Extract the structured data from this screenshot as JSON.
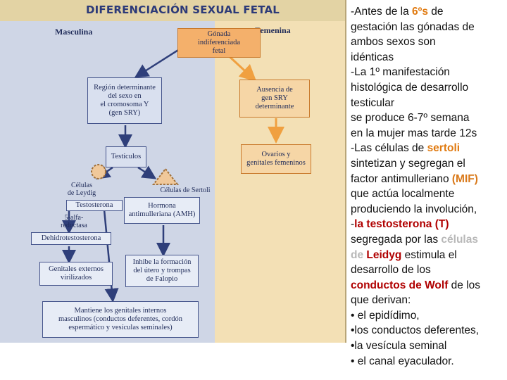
{
  "diagram": {
    "title": "DIFERENCIACIÓN SEXUAL FETAL",
    "masculina": "Masculina",
    "femenina": "Femenina",
    "gonada": "Gónada\nindiferenciada\nfetal",
    "region": "Región determinante\ndel sexo en\nel cromosoma Y\n(gen SRY)",
    "ausencia": "Ausencia de\ngen SRY\ndeterminante",
    "testiculos": "Testículos",
    "ovarios": "Ovarios y\ngenitales femeninos",
    "leydig": "Células\nde Leydig",
    "sertoli": "Células de Sertoli",
    "testosterona": "Testosterona",
    "hormona": "Hormona\nantimulleriana (AMH)",
    "reductasa": "5-alfa-\nreductasa",
    "dht": "Dehidrotestosterona",
    "genitales_ext": "Genitales externos\nvirilizados",
    "inhibe": "Inhibe la formación\ndel útero y trompas\nde Falopio",
    "mantiene": "Mantiene los genitales internos\nmasculinos (conductos deferentes, cordón\nespermático y vesículas seminales)"
  },
  "text": {
    "l1_a": "-Antes de la ",
    "l1_b": "6ºs",
    "l1_c": "  de",
    "l2": "gestación las gónadas de",
    "l3": "ambos sexos son",
    "l4": "idénticas",
    "l5": "-La 1º manifestación",
    "l6": "histológica de desarrollo",
    "l7": "testicular",
    "l8": "se produce 6-7º semana",
    "l9": "en la mujer mas tarde 12s",
    "l10_a": "-Las células de ",
    "l10_b": "sertoli",
    "l11": "sintetizan y segregan el",
    "l12_a": "factor antimulleriano ",
    "l12_b": "(MIF)",
    "l13": "que actúa localmente",
    "l14": "produciendo la involución,",
    "l15_a": " -",
    "l15_b": "la testosterona (T)",
    "l16_a": "segregada por las ",
    "l16_b": "células",
    "l17_a": "de",
    "l17_b": " Leidyg",
    "l17_c": " estimula el",
    "l18": "desarrollo de los",
    "l19_a": "conductos de Wolf",
    "l19_b": " de los",
    "l20": "que derivan:",
    "l21": "• el epidídimo,",
    "l22": "•los conductos deferentes,",
    "l23": "•la vesícula seminal",
    "l24": "• el canal eyaculador."
  },
  "colors": {
    "left_panel": "#cfd6e6",
    "right_panel": "#f3e0b5",
    "orange_box": "#f4b06b",
    "highlight_orange": "#e07a10",
    "highlight_red": "#b00000"
  }
}
